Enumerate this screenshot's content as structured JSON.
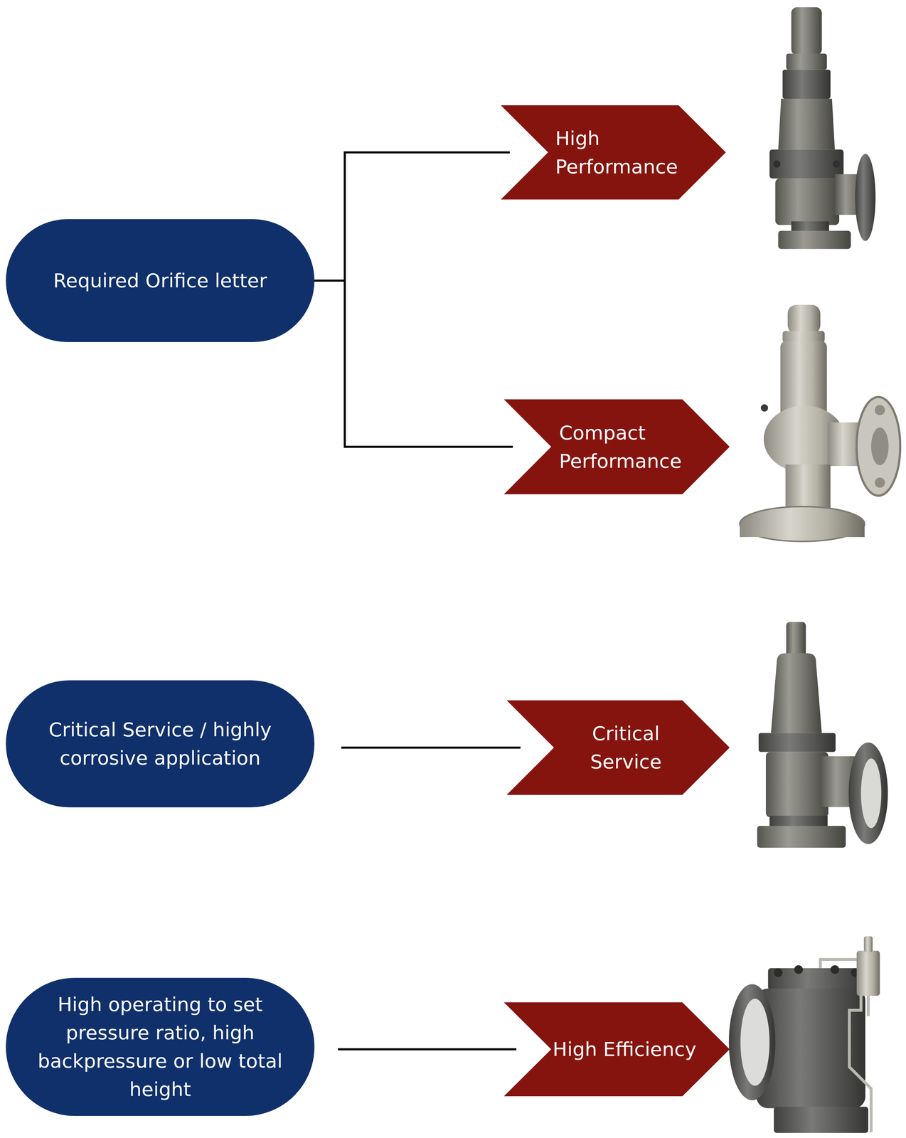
{
  "diagram": {
    "nodes": [
      {
        "text": [
          "Required Orifice letter"
        ]
      },
      {
        "text": [
          "High Performance"
        ]
      },
      {
        "text": [
          "Compact Performance"
        ]
      },
      {
        "text": [
          "Critical Service / highly corrosive application"
        ]
      },
      {
        "text": [
          "Critical Service"
        ]
      },
      {
        "text": [
          "High operating to set pressure ratio, high backpressure or low total height"
        ]
      },
      {
        "text": [
          "High Efficiency"
        ]
      }
    ],
    "edges": [
      {
        "from": 0,
        "to": 1,
        "arrow": "none"
      },
      {
        "from": 0,
        "to": 2,
        "arrow": "none"
      },
      {
        "from": 3,
        "to": 4,
        "arrow": "none"
      },
      {
        "from": 5,
        "to": 6,
        "arrow": "none"
      }
    ]
  }
}
